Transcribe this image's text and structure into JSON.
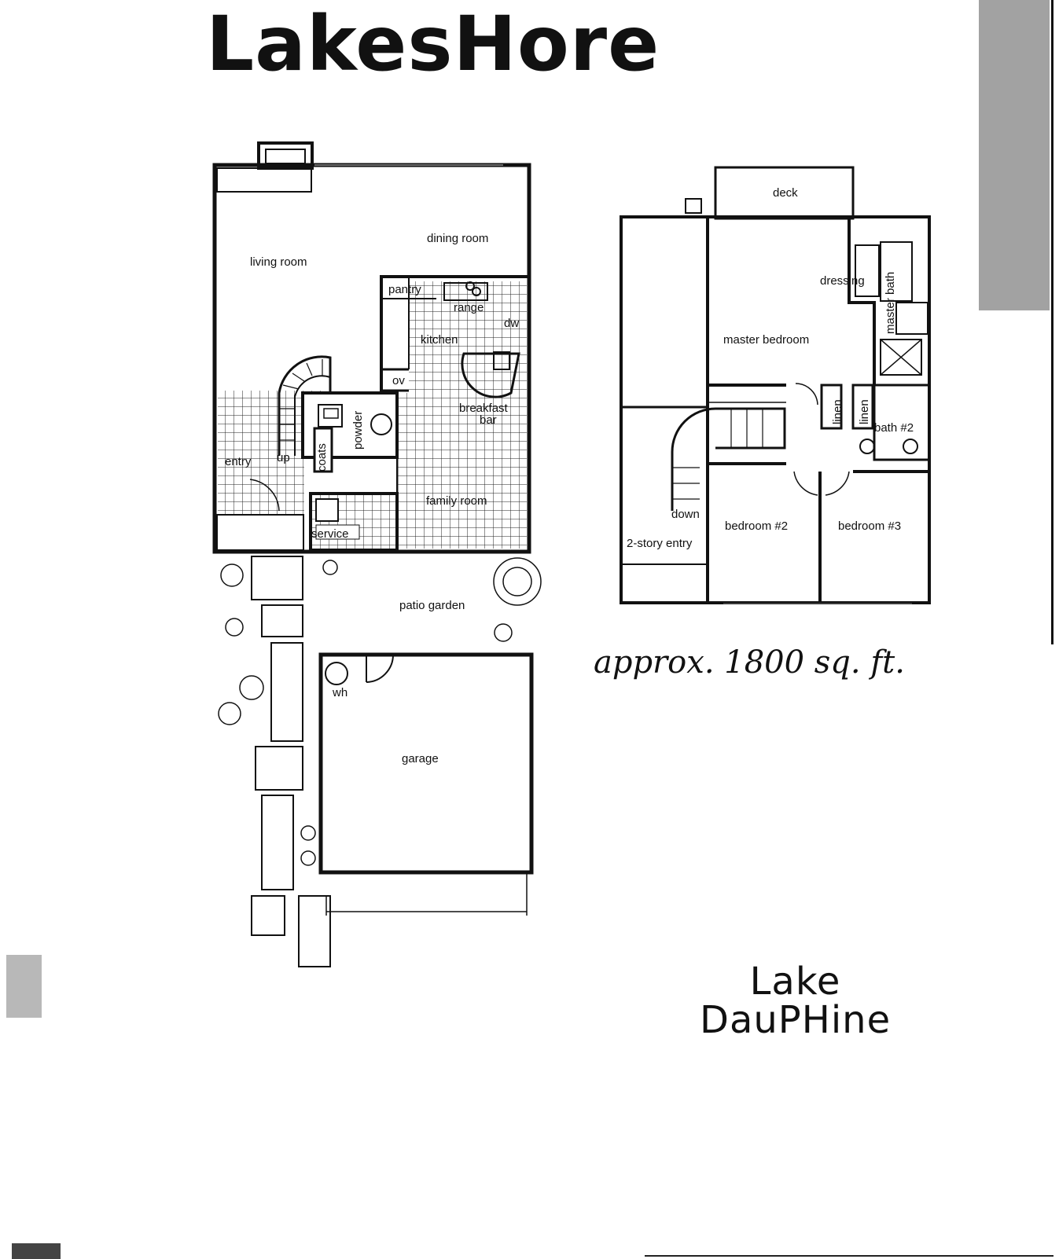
{
  "brochure": {
    "title": "LakesHore",
    "area_note": "approx. 1800 sq. ft.",
    "brand_line1": "Lake",
    "brand_line2": "DauPHine"
  },
  "first_floor": {
    "living_room": "living room",
    "dining_room": "dining room",
    "pantry": "pantry",
    "range": "range",
    "dw": "dw",
    "kitchen": "kitchen",
    "ov": "ov",
    "breakfast": "breakfast",
    "bar": "bar",
    "powder": "powder",
    "coats": "coats",
    "entry": "entry",
    "up": "up",
    "family_room": "family room",
    "service": "service",
    "patio_garden": "patio garden",
    "wh": "wh",
    "garage": "garage"
  },
  "second_floor": {
    "deck": "deck",
    "dressing": "dressing",
    "master_bath": "master bath",
    "master_bedroom": "master bedroom",
    "linen_1": "linen",
    "linen_2": "linen",
    "bath_2": "bath #2",
    "down": "down",
    "two_story_entry": "2-story entry",
    "bedroom_2": "bedroom #2",
    "bedroom_3": "bedroom #3"
  }
}
